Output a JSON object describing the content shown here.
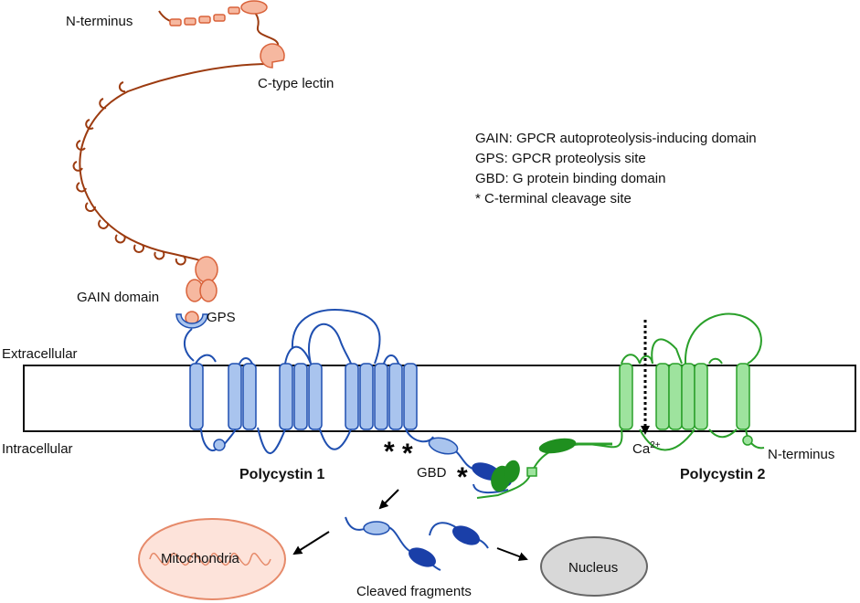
{
  "labels": {
    "n_terminus_top": "N-terminus",
    "c_type_lectin": "C-type lectin",
    "gain_domain": "GAIN domain",
    "gps": "GPS",
    "extracellular": "Extracellular",
    "intracellular": "Intracellular",
    "polycystin1": "Polycystin 1",
    "polycystin2": "Polycystin 2",
    "gbd": "GBD",
    "ca": "Ca",
    "ca_sup": "2+",
    "n_terminus_pc2": "N-terminus",
    "mitochondria": "Mitochondria",
    "nucleus": "Nucleus",
    "cleaved_fragments": "Cleaved fragments"
  },
  "legend": [
    "GAIN: GPCR autoproteolysis-inducing domain",
    "GPS: GPCR proteolysis site",
    "GBD: G protein binding domain",
    "*  C-terminal cleavage site"
  ],
  "colors": {
    "pc1_line": "#1f4fb0",
    "pc1_helix_fill": "#a9c4ee",
    "pc1_dark": "#1a3fa8",
    "pc2_line": "#2aa02a",
    "pc2_helix_fill": "#9ee39e",
    "pc2_dark": "#1f8f1f",
    "ntail": "#9c3b10",
    "salmon_fill": "#f6b8a0",
    "salmon_stroke": "#d9623a",
    "nucleus_fill": "#d8d8d8"
  },
  "icons": {
    "cleavage_marker": "asterisk",
    "ca_flow": "dotted-down-arrow",
    "pathway_arrow": "arrow"
  }
}
